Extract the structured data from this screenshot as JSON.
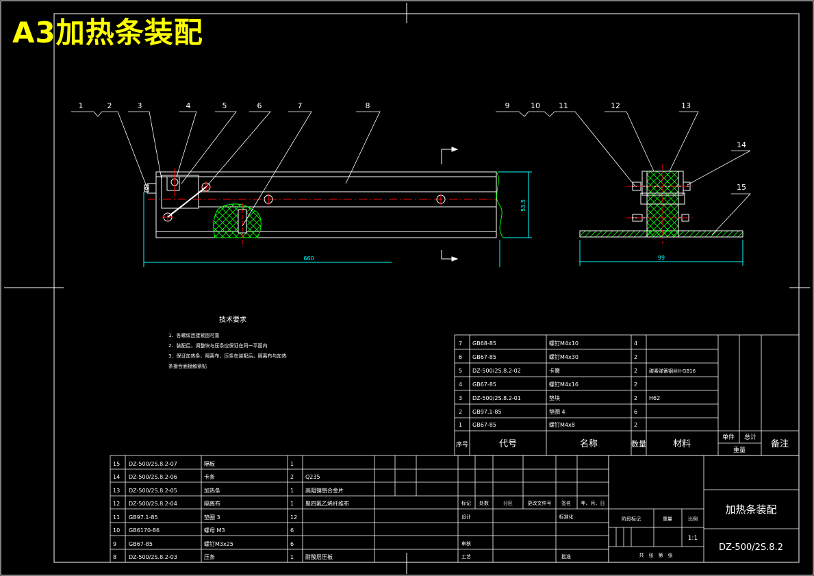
{
  "header": {
    "title": "A3加热条装配"
  },
  "balloons": [
    "1",
    "2",
    "3",
    "4",
    "5",
    "6",
    "7",
    "8",
    "9",
    "10",
    "11",
    "12",
    "13",
    "14",
    "15"
  ],
  "dimensions": {
    "length": "660",
    "height": "53.5",
    "width": "99"
  },
  "tech_requirements": {
    "title": "技术要求",
    "lines": [
      "1．各螺纹连接紧固可靠",
      "2．装配后，调整块与压条应保证在同一平面内",
      "3．保证加热条、隔离布、压条在装配后，隔离布与加热",
      "条接合面接触紧贴"
    ]
  },
  "bom_upper": [
    {
      "no": "7",
      "code": "GB68-85",
      "name": "螺钉M4x10",
      "qty": "4",
      "material": ""
    },
    {
      "no": "6",
      "code": "GB67-85",
      "name": "螺钉M4x30",
      "qty": "2",
      "material": ""
    },
    {
      "no": "5",
      "code": "DZ-500/2S.8.2-02",
      "name": "卡簧",
      "qty": "2",
      "material": "碳素弹簧钢丝II-GB16"
    },
    {
      "no": "4",
      "code": "GB67-85",
      "name": "螺钉M4x16",
      "qty": "2",
      "material": ""
    },
    {
      "no": "3",
      "code": "DZ-500/2S.8.2-01",
      "name": "垫块",
      "qty": "2",
      "material": "H62"
    },
    {
      "no": "2",
      "code": "GB97.1-85",
      "name": "垫圈 4",
      "qty": "6",
      "material": ""
    },
    {
      "no": "1",
      "code": "GB67-85",
      "name": "螺钉M4x8",
      "qty": "2",
      "material": ""
    }
  ],
  "bom_header": {
    "no": "序号",
    "code": "代号",
    "name": "名称",
    "qty": "数量",
    "material": "材料",
    "unit": "单件",
    "total": "总计",
    "weight": "重量",
    "remark": "备注"
  },
  "bom_lower": [
    {
      "no": "15",
      "code": "DZ-500/2S.8.2-07",
      "name": "隔板",
      "qty": "1",
      "material": ""
    },
    {
      "no": "14",
      "code": "DZ-500/2S.8.2-06",
      "name": "卡条",
      "qty": "2",
      "material": "Q235"
    },
    {
      "no": "13",
      "code": "DZ-500/2S.8.2-05",
      "name": "加热条",
      "qty": "1",
      "material": "高阻镍铬合金片"
    },
    {
      "no": "12",
      "code": "DZ-500/2S.8.2-04",
      "name": "隔离布",
      "qty": "1",
      "material": "聚四氟乙烯纤维布"
    },
    {
      "no": "11",
      "code": "GB97.1-85",
      "name": "垫圈 3",
      "qty": "12",
      "material": ""
    },
    {
      "no": "10",
      "code": "GB6170-86",
      "name": "螺母 M3",
      "qty": "6",
      "material": ""
    },
    {
      "no": "9",
      "code": "GB67-85",
      "name": "螺钉M3x25",
      "qty": "6",
      "material": ""
    },
    {
      "no": "8",
      "code": "DZ-500/2S.8.2-03",
      "name": "压条",
      "qty": "1",
      "material": "耐酸层压板"
    }
  ],
  "title_block": {
    "sign_row": [
      "标记",
      "处数",
      "分区",
      "更改文件号",
      "签名",
      "年、月、日"
    ],
    "design": "设计",
    "standard": "标准化",
    "review": "审核",
    "process": "工艺",
    "approve": "批准",
    "stage_mark": "阶段标记",
    "weight": "重量",
    "scale": "比例",
    "scale_value": "1:1",
    "sheets": "共　张　第　张",
    "part_name": "加热条装配",
    "drawing_no": "DZ-500/2S.8.2"
  },
  "colors": {
    "yellow": "#ffff00",
    "green": "#00ff00",
    "red": "#ff0000",
    "cyan": "#00ffff",
    "white": "#ffffff"
  }
}
